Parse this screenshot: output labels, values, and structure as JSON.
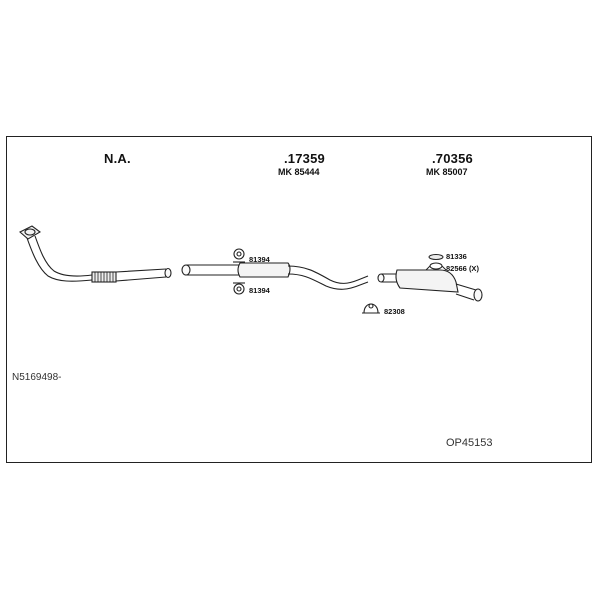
{
  "groups": [
    {
      "part_no": "N.A."
    },
    {
      "part_no": ".17359",
      "mk_code": "MK 85444"
    },
    {
      "part_no": ".70356",
      "mk_code": "MK 85007"
    }
  ],
  "parts": {
    "hanger_upper": "81394",
    "hanger_lower": "81394",
    "clamp": "82308",
    "gasket": "81336",
    "kit": "82566 (X)"
  },
  "reference_code": "N5169498-",
  "kit_number": "OP45153"
}
